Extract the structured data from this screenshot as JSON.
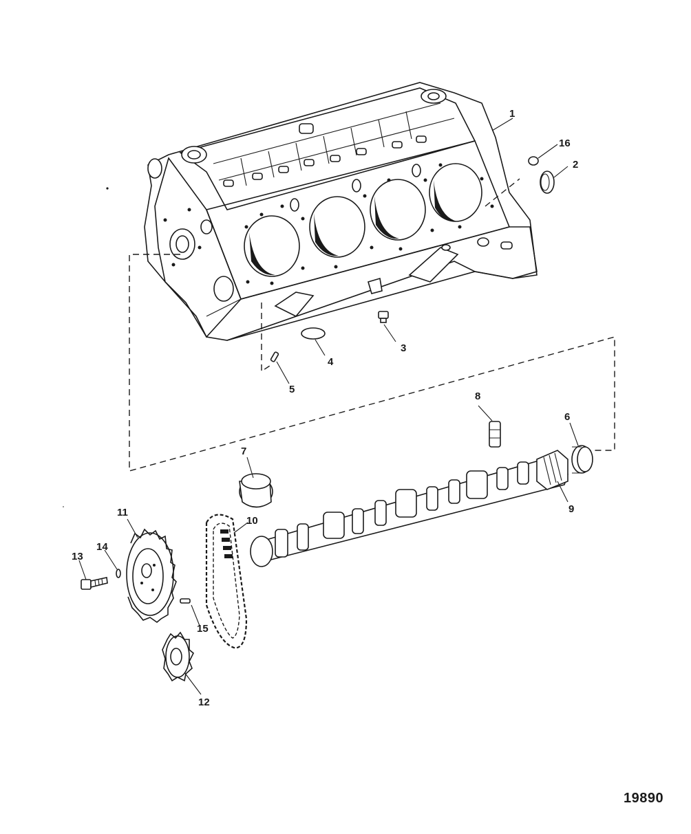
{
  "callouts": {
    "c1": "1",
    "c2": "2",
    "c3": "3",
    "c4": "4",
    "c5": "5",
    "c6": "6",
    "c7": "7",
    "c8": "8",
    "c9": "9",
    "c10": "10",
    "c11": "11",
    "c12": "12",
    "c13": "13",
    "c14": "14",
    "c15": "15",
    "c16": "16"
  },
  "figure_id": "19890"
}
